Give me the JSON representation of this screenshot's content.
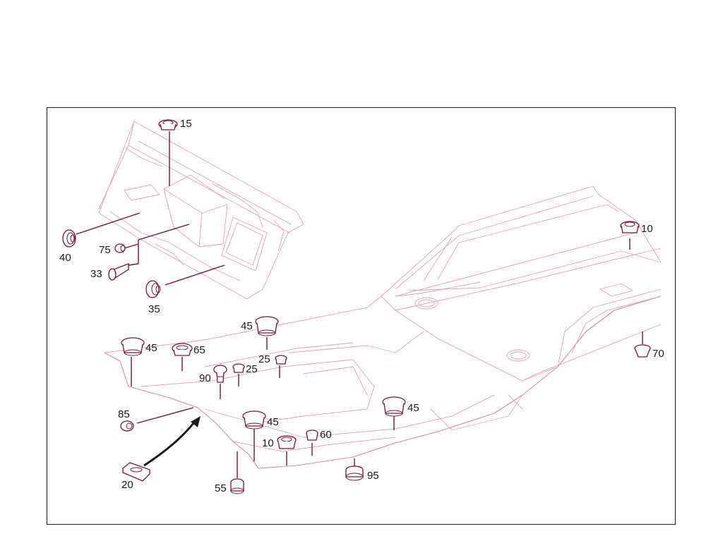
{
  "diagram": {
    "callouts": [
      {
        "id": "c15",
        "text": "15"
      },
      {
        "id": "c10a",
        "text": "10"
      },
      {
        "id": "c40",
        "text": "40"
      },
      {
        "id": "c75",
        "text": "75"
      },
      {
        "id": "c33",
        "text": "33"
      },
      {
        "id": "c35",
        "text": "35"
      },
      {
        "id": "c45a",
        "text": "45"
      },
      {
        "id": "c45b",
        "text": "45"
      },
      {
        "id": "c65",
        "text": "65"
      },
      {
        "id": "c25a",
        "text": "25"
      },
      {
        "id": "c25b",
        "text": "25"
      },
      {
        "id": "c90",
        "text": "90"
      },
      {
        "id": "c70",
        "text": "70"
      },
      {
        "id": "c85",
        "text": "85"
      },
      {
        "id": "c45c",
        "text": "45"
      },
      {
        "id": "c45d",
        "text": "45"
      },
      {
        "id": "c10b",
        "text": "10"
      },
      {
        "id": "c60",
        "text": "60"
      },
      {
        "id": "c20",
        "text": "20"
      },
      {
        "id": "c55",
        "text": "55"
      },
      {
        "id": "c95",
        "text": "95"
      }
    ]
  }
}
